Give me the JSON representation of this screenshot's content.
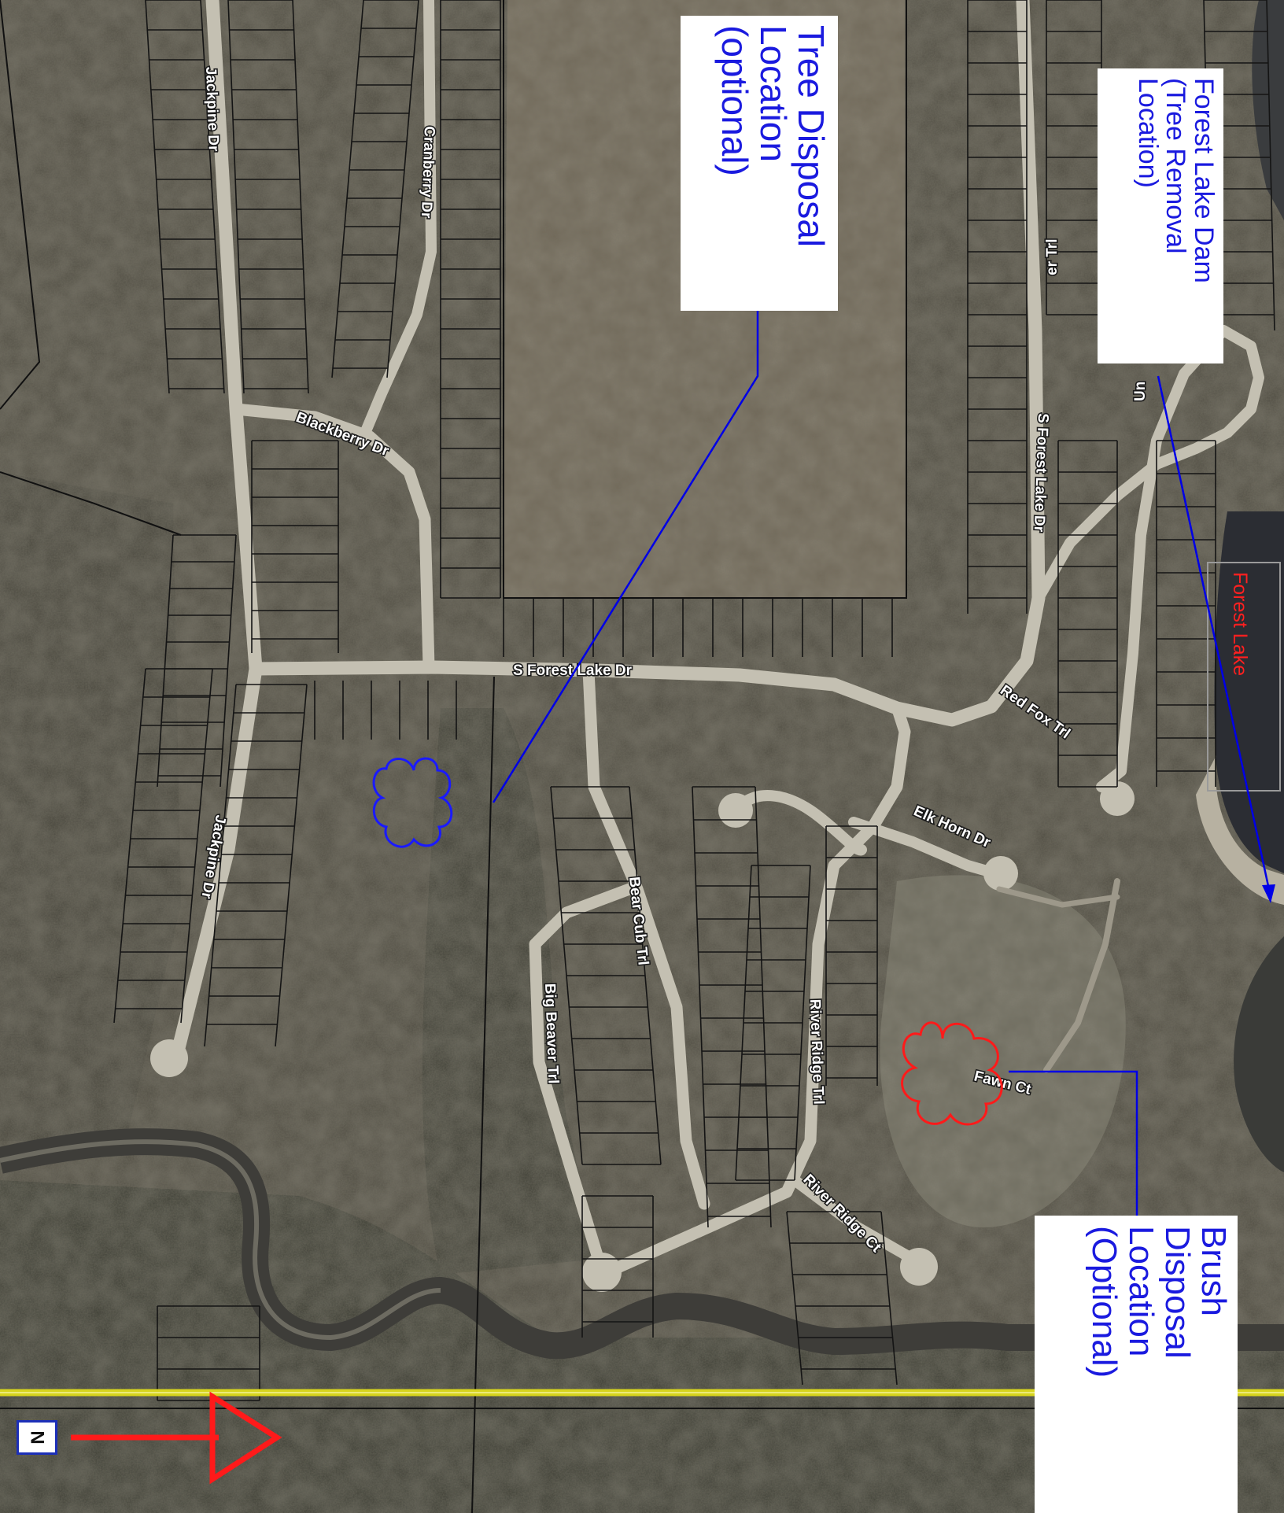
{
  "callouts": {
    "tree_disposal": [
      "Tree Disposal",
      "Location",
      "(optional)"
    ],
    "dam": [
      "Forest Lake Dam",
      "(Tree Removal",
      "Location)"
    ],
    "brush_disposal": [
      "Brush",
      "Disposal",
      "Location",
      "(Optional)"
    ]
  },
  "water_label": "Forest Lake",
  "north_arrow": {
    "label": "N",
    "direction": "right"
  },
  "streets": {
    "jackpine_north": "Jackpine Dr",
    "jackpine_south": "Jackpine Dr",
    "cranberry": "Cranberry Dr",
    "blackberry": "Blackberry Dr",
    "s_forest_lake_west": "S Forest Lake Dr",
    "s_forest_lake_east": "S Forest Lake Dr",
    "red_fox": "Red Fox Trl",
    "elk_horn": "Elk Horn Dr",
    "bear_cub": "Bear Cub Trl",
    "big_beaver": "Big Beaver Trl",
    "river_ridge_trl": "River Ridge Trl",
    "river_ridge_ct": "River Ridge Ct",
    "fawn_ct": "Fawn Ct",
    "partial_trl": "er Trl",
    "partial_un": "Un"
  },
  "colors": {
    "callout_text": "#1a1adf",
    "leader_line": "#0000e6",
    "lake_label": "#ff2020",
    "brush_cloud": "#ff1a1a",
    "tree_cloud": "#1a1aff",
    "arrow": "#ff1a1a",
    "highway": "#d7d41e",
    "terrain": "#4d4a40",
    "road": "#c3bfb2"
  },
  "icons": [
    "north-arrow-icon",
    "tree-disposal-cloud-icon",
    "brush-disposal-cloud-icon"
  ]
}
